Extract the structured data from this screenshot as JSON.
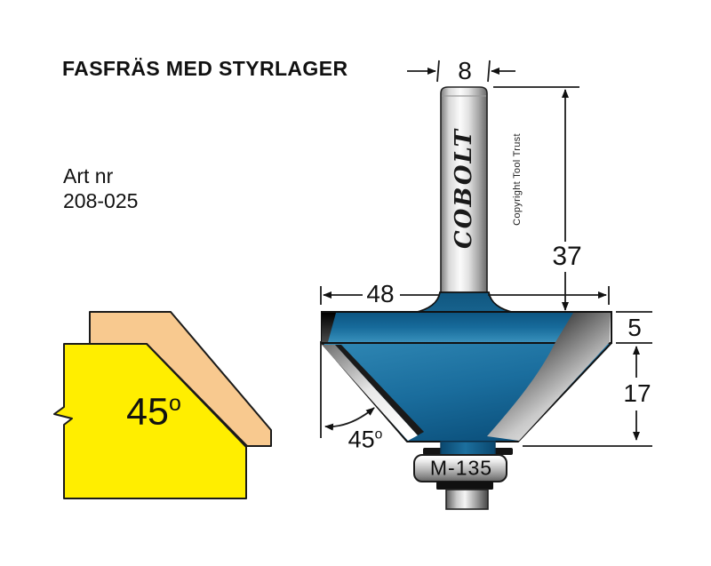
{
  "header": {
    "title": "FASFRÄS MED STYRLAGER",
    "art_label": "Art nr",
    "art_number": "208-025"
  },
  "profile": {
    "angle": "45",
    "angle_unit": "o",
    "workpiece_color": "#FFEE00",
    "chamfer_band_color": "#F8C98F"
  },
  "drawing": {
    "brand": "COBOLT",
    "copyright": "Copyright Tool Trust",
    "bearing_label": "M-135",
    "angle": "45",
    "angle_unit": "o",
    "body_color": "#15618D",
    "dimensions": {
      "shank_diameter": "8",
      "shank_length": "37",
      "cutter_diameter": "48",
      "edge_band_height": "5",
      "chamfer_height": "17"
    }
  }
}
